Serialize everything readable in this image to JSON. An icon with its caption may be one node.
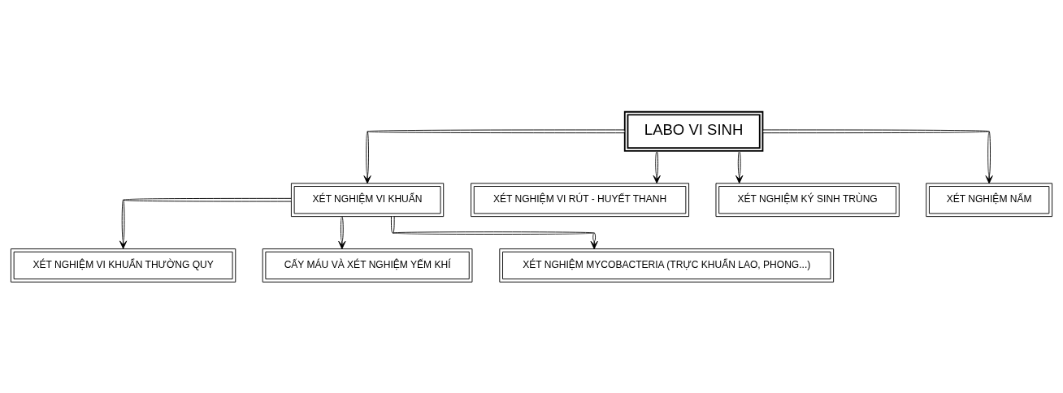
{
  "diagram": {
    "nodes": [
      {
        "text": [
          "LABO VI SINH"
        ]
      },
      {
        "text": [
          "XÉT NGHIỆM VI KHUẨN"
        ]
      },
      {
        "text": [
          "XÉT NGHIỆM VI RÚT - HUYẾT THANH"
        ]
      },
      {
        "text": [
          "XÉT NGHIỆM KÝ SINH TRÙNG"
        ]
      },
      {
        "text": [
          "XÉT NGHIỆM NẤM"
        ]
      },
      {
        "text": [
          "XÉT NGHIỆM VI KHUẨN THƯỜNG QUY"
        ]
      },
      {
        "text": [
          "CẤY MÁU VÀ XÉT NGHIỆM YẾM KHÍ"
        ]
      },
      {
        "text": [
          "XÉT NGHIỆM MYCOBACTERIA (TRỰC KHUẨN LAO, PHONG...)"
        ]
      }
    ],
    "edges": [
      {
        "from": 0,
        "to": 1,
        "arrow": "to"
      },
      {
        "from": 0,
        "to": 2,
        "arrow": "to"
      },
      {
        "from": 0,
        "to": 3,
        "arrow": "to"
      },
      {
        "from": 0,
        "to": 4,
        "arrow": "to"
      },
      {
        "from": 1,
        "to": 5,
        "arrow": "to"
      },
      {
        "from": 1,
        "to": 6,
        "arrow": "to"
      },
      {
        "from": 1,
        "to": 7,
        "arrow": "to"
      }
    ]
  }
}
